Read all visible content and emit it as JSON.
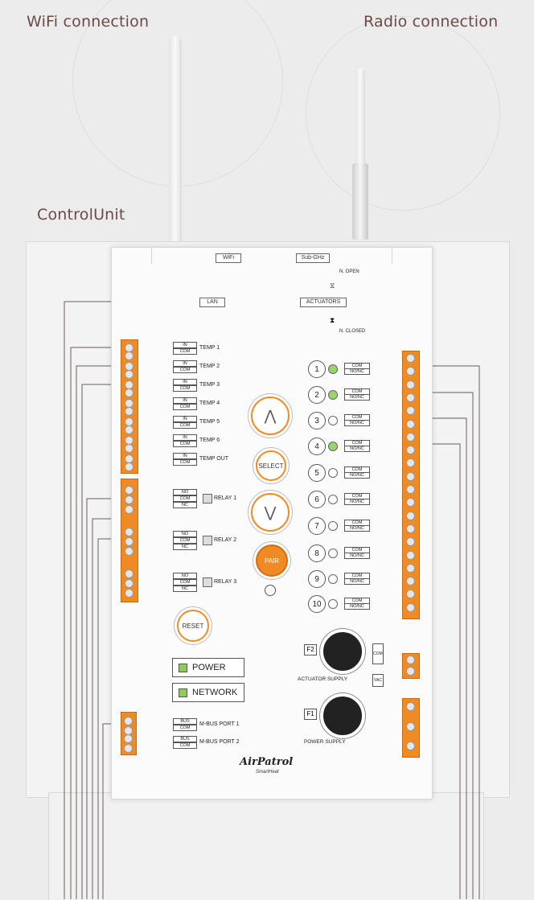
{
  "captions": {
    "wifi": "WiFi connection",
    "radio": "Radio connection",
    "control_unit": "ControlUnit"
  },
  "unit": {
    "wifi_tab": "WiFi",
    "subghz_tab": "Sub-GHz",
    "lan": "LAN",
    "actuators": "ACTUATORS",
    "n_open": "N. OPEN",
    "n_closed": "N. CLOSED",
    "temps": [
      "TEMP 1",
      "TEMP 2",
      "TEMP 3",
      "TEMP 4",
      "TEMP 5",
      "TEMP 6",
      "TEMP OUT"
    ],
    "relays": [
      "RELAY 1",
      "RELAY 2",
      "RELAY 3"
    ],
    "mbus": [
      "M-BUS PORT 1",
      "M-BUS PORT 2"
    ],
    "in_label": "IN",
    "com_label": "COM",
    "no_label": "NO",
    "nc_label": "NC",
    "bus_label": "BUS",
    "nonc_label": "NO/NC",
    "zones": [
      "1",
      "2",
      "3",
      "4",
      "5",
      "6",
      "7",
      "8",
      "9",
      "10"
    ],
    "zone_led_on": [
      true,
      true,
      false,
      true,
      false,
      false,
      false,
      false,
      false,
      false
    ],
    "up_symbol": "⋀",
    "down_symbol": "⋁",
    "select": "SELECT",
    "pair": "PAIR",
    "reset": "RESET",
    "power": "POWER",
    "network": "NETWORK",
    "f2": "F2",
    "f1": "F1",
    "actuator_supply": "ACTUATOR SUPPLY",
    "power_supply": "POWER SUPPLY",
    "vac": "VAC",
    "logo": "AirPatrol",
    "logo_sub": "SmartHeat"
  },
  "colors": {
    "terminal": "#f08a24",
    "led_green": "#8ccf55",
    "caption": "#6b4a45"
  }
}
